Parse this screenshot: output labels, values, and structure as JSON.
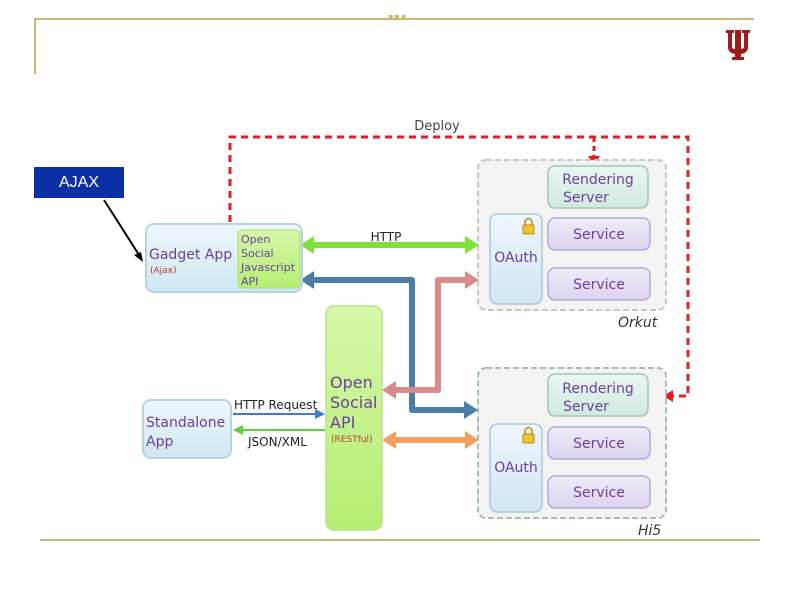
{
  "slide": {
    "ajax_label": "AJAX",
    "logo_icon": "trident-icon"
  },
  "diagram": {
    "deploy_label": "Deploy",
    "http_label": "HTTP",
    "http_request_label": "HTTP Request",
    "json_xml_label": "JSON/XML",
    "gadget_app": {
      "title": "Gadget App",
      "subtitle": "(Ajax)"
    },
    "opensocial_js": {
      "line1": "Open",
      "line2": "Social",
      "line3": "Javascript",
      "line4": "API"
    },
    "opensocial_api": {
      "line1": "Open",
      "line2": "Social",
      "line3": "API",
      "line4": "(RESTful)"
    },
    "standalone_app": {
      "line1": "Standalone",
      "line2": "App"
    },
    "orkut": {
      "name": "Orkut",
      "rendering_line1": "Rendering",
      "rendering_line2": "Server",
      "service1": "Service",
      "service2": "Service",
      "oauth": "OAuth"
    },
    "hi5": {
      "name": "Hi5",
      "rendering_line1": "Rendering",
      "rendering_line2": "Server",
      "service1": "Service",
      "service2": "Service",
      "oauth": "OAuth"
    }
  },
  "colors": {
    "frame": "#c9b873",
    "ajax_bg": "#0d2fa6",
    "logo": "#9e1b1b",
    "deploy_red": "#e0201c",
    "http_green": "#7fe03a",
    "blue_arrow": "#4a7ea8",
    "pink_arrow": "#d98a8a",
    "orange_arrow": "#f2a060",
    "purple_text": "#6b3fa0",
    "container_gray": "#f2f2f2"
  }
}
